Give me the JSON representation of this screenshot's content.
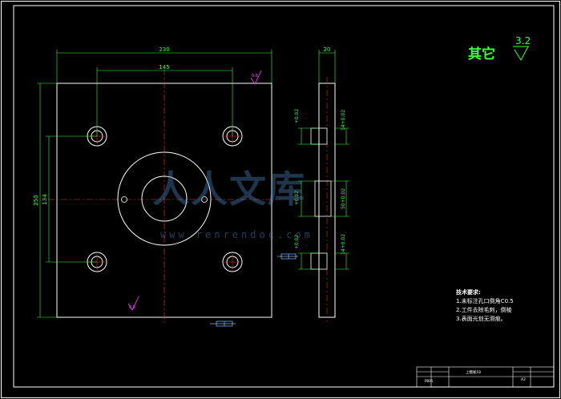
{
  "drawing": {
    "dims": {
      "width_overall": "230",
      "hole_spacing_x": "145",
      "height_overall": "250",
      "hole_spacing_y": "134",
      "thickness": "20",
      "side_tol_1": "+0.02",
      "side_tol_2": "14+0.02",
      "side_tol_3": "+0.02",
      "side_tol_4": "50+0.02",
      "side_tol_5": "+0.02",
      "side_tol_6": "14+0.02"
    },
    "roughness_marks": [
      "0.8",
      "0.8"
    ],
    "finish_label": "其它",
    "finish_roughness": "3.2"
  },
  "notes": {
    "title": "技术要求:",
    "items": [
      "1.未标注孔口倒角C0.5",
      "2.工件去除毛刺，倒棱",
      "3.表面光划无滑痕。"
    ]
  },
  "title_block": {
    "part_name": "上模板F8",
    "code": "PB05",
    "sheet": "A2"
  },
  "watermark": {
    "logo": "人人文库",
    "url": "www.renrendoc.com"
  },
  "colors": {
    "background": "#000000",
    "outline": "#ffffff",
    "center_line": "#ff3030",
    "dimension": "#3cff3c",
    "roughness": "#ff40ff"
  }
}
